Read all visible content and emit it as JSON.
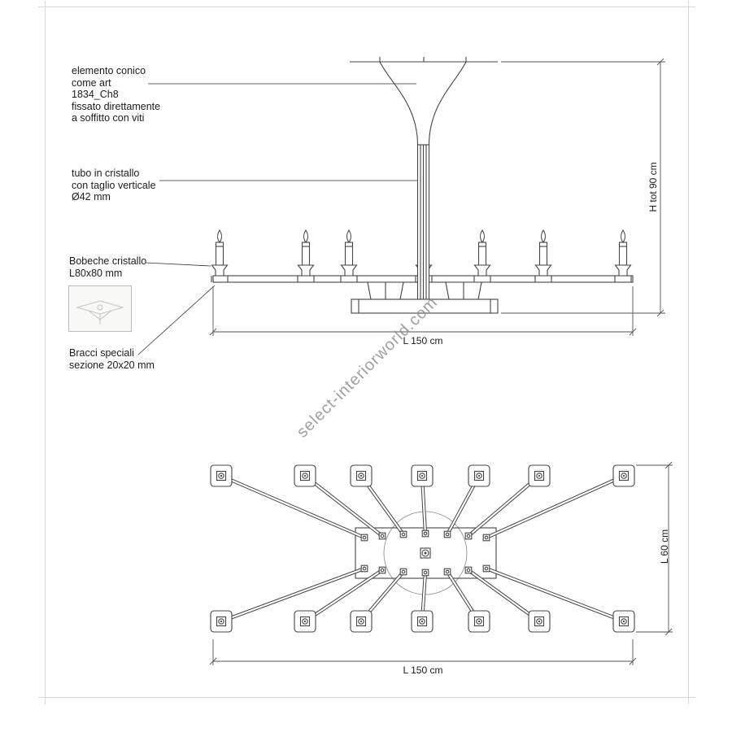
{
  "watermark": "select-interiorworld.com",
  "annotations": {
    "conical_element": {
      "line1": "elemento conico",
      "line2": "come art",
      "line3": "1834_Ch8",
      "line4": "fissato direttamente",
      "line5": "a soffitto con viti"
    },
    "crystal_tube": {
      "line1": "tubo in cristallo",
      "line2": "con taglio verticale",
      "line3": "Ø42 mm"
    },
    "bobeche": {
      "line1": "Bobeche cristallo",
      "line2": "L80x80 mm"
    },
    "arms": {
      "line1": "Bracci speciali",
      "line2": "sezione 20x20 mm"
    }
  },
  "dimensions": {
    "total_height": "H tot 90 cm",
    "side_width": "L 150 cm",
    "plan_depth": "L 60 cm",
    "plan_width": "L 150 cm"
  }
}
